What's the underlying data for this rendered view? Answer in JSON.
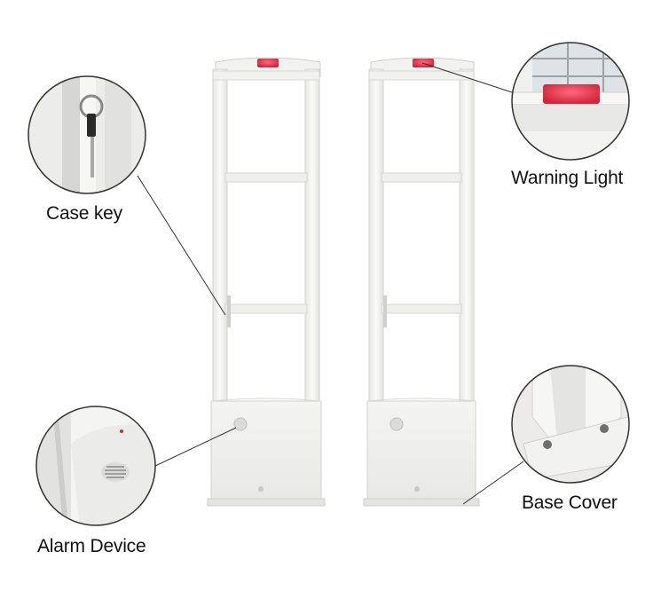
{
  "callouts": {
    "case_key": "Case key",
    "warning_light": "Warning Light",
    "alarm_device": "Alarm Device",
    "base_cover": "Base Cover"
  },
  "colors": {
    "background": "#ffffff",
    "frame": "#f3f3f2",
    "frame_shadow": "#d9d9d7",
    "warning_light": "#e0344a"
  }
}
